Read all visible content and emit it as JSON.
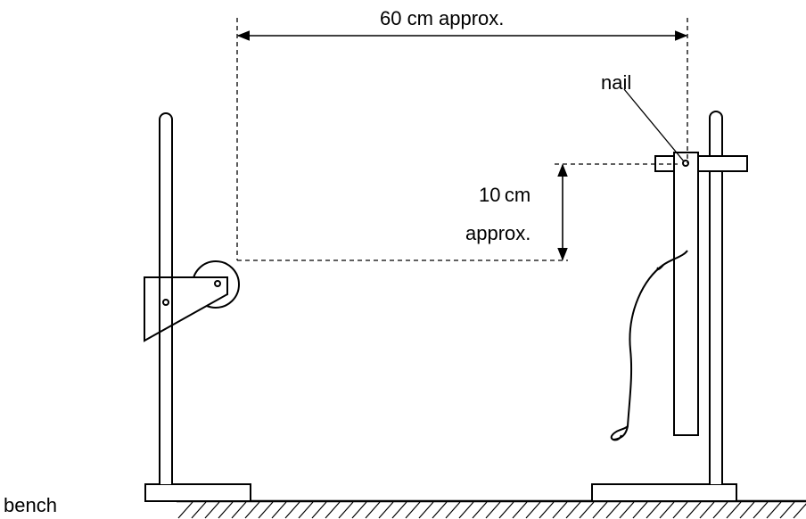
{
  "labels": {
    "horizontal_distance": "60 cm approx.",
    "nail": "nail",
    "vertical_distance_line1": "10 cm",
    "vertical_distance_line2": "approx.",
    "bench": "bench"
  },
  "colors": {
    "ink": "#000000",
    "background": "#ffffff"
  }
}
